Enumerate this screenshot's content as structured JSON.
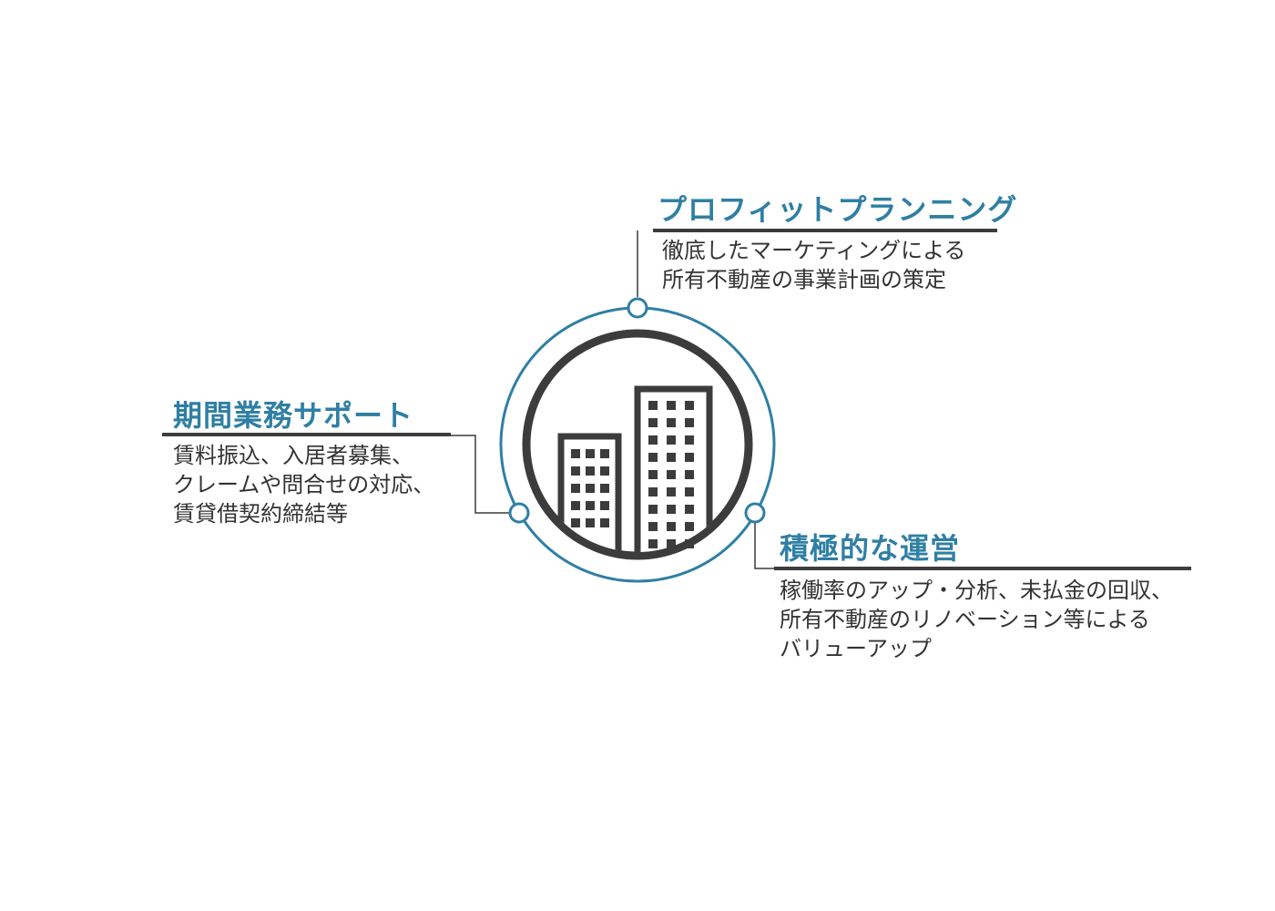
{
  "colors": {
    "accent": "#2f7fa4",
    "dark": "#3c3c3c",
    "text": "#333333"
  },
  "center_icon": "building-icon",
  "items": {
    "planning": {
      "title": "プロフィットプランニング",
      "lines": [
        "徹底したマーケティングによる",
        "所有不動産の事業計画の策定"
      ]
    },
    "support": {
      "title": "期間業務サポート",
      "lines": [
        "賃料振込、入居者募集、",
        "クレームや問合せの対応、",
        "賃貸借契約締結等"
      ]
    },
    "operation": {
      "title": "積極的な運営",
      "lines": [
        "稼働率のアップ・分析、未払金の回収、",
        "所有不動産のリノベーション等による",
        "バリューアップ"
      ]
    }
  }
}
